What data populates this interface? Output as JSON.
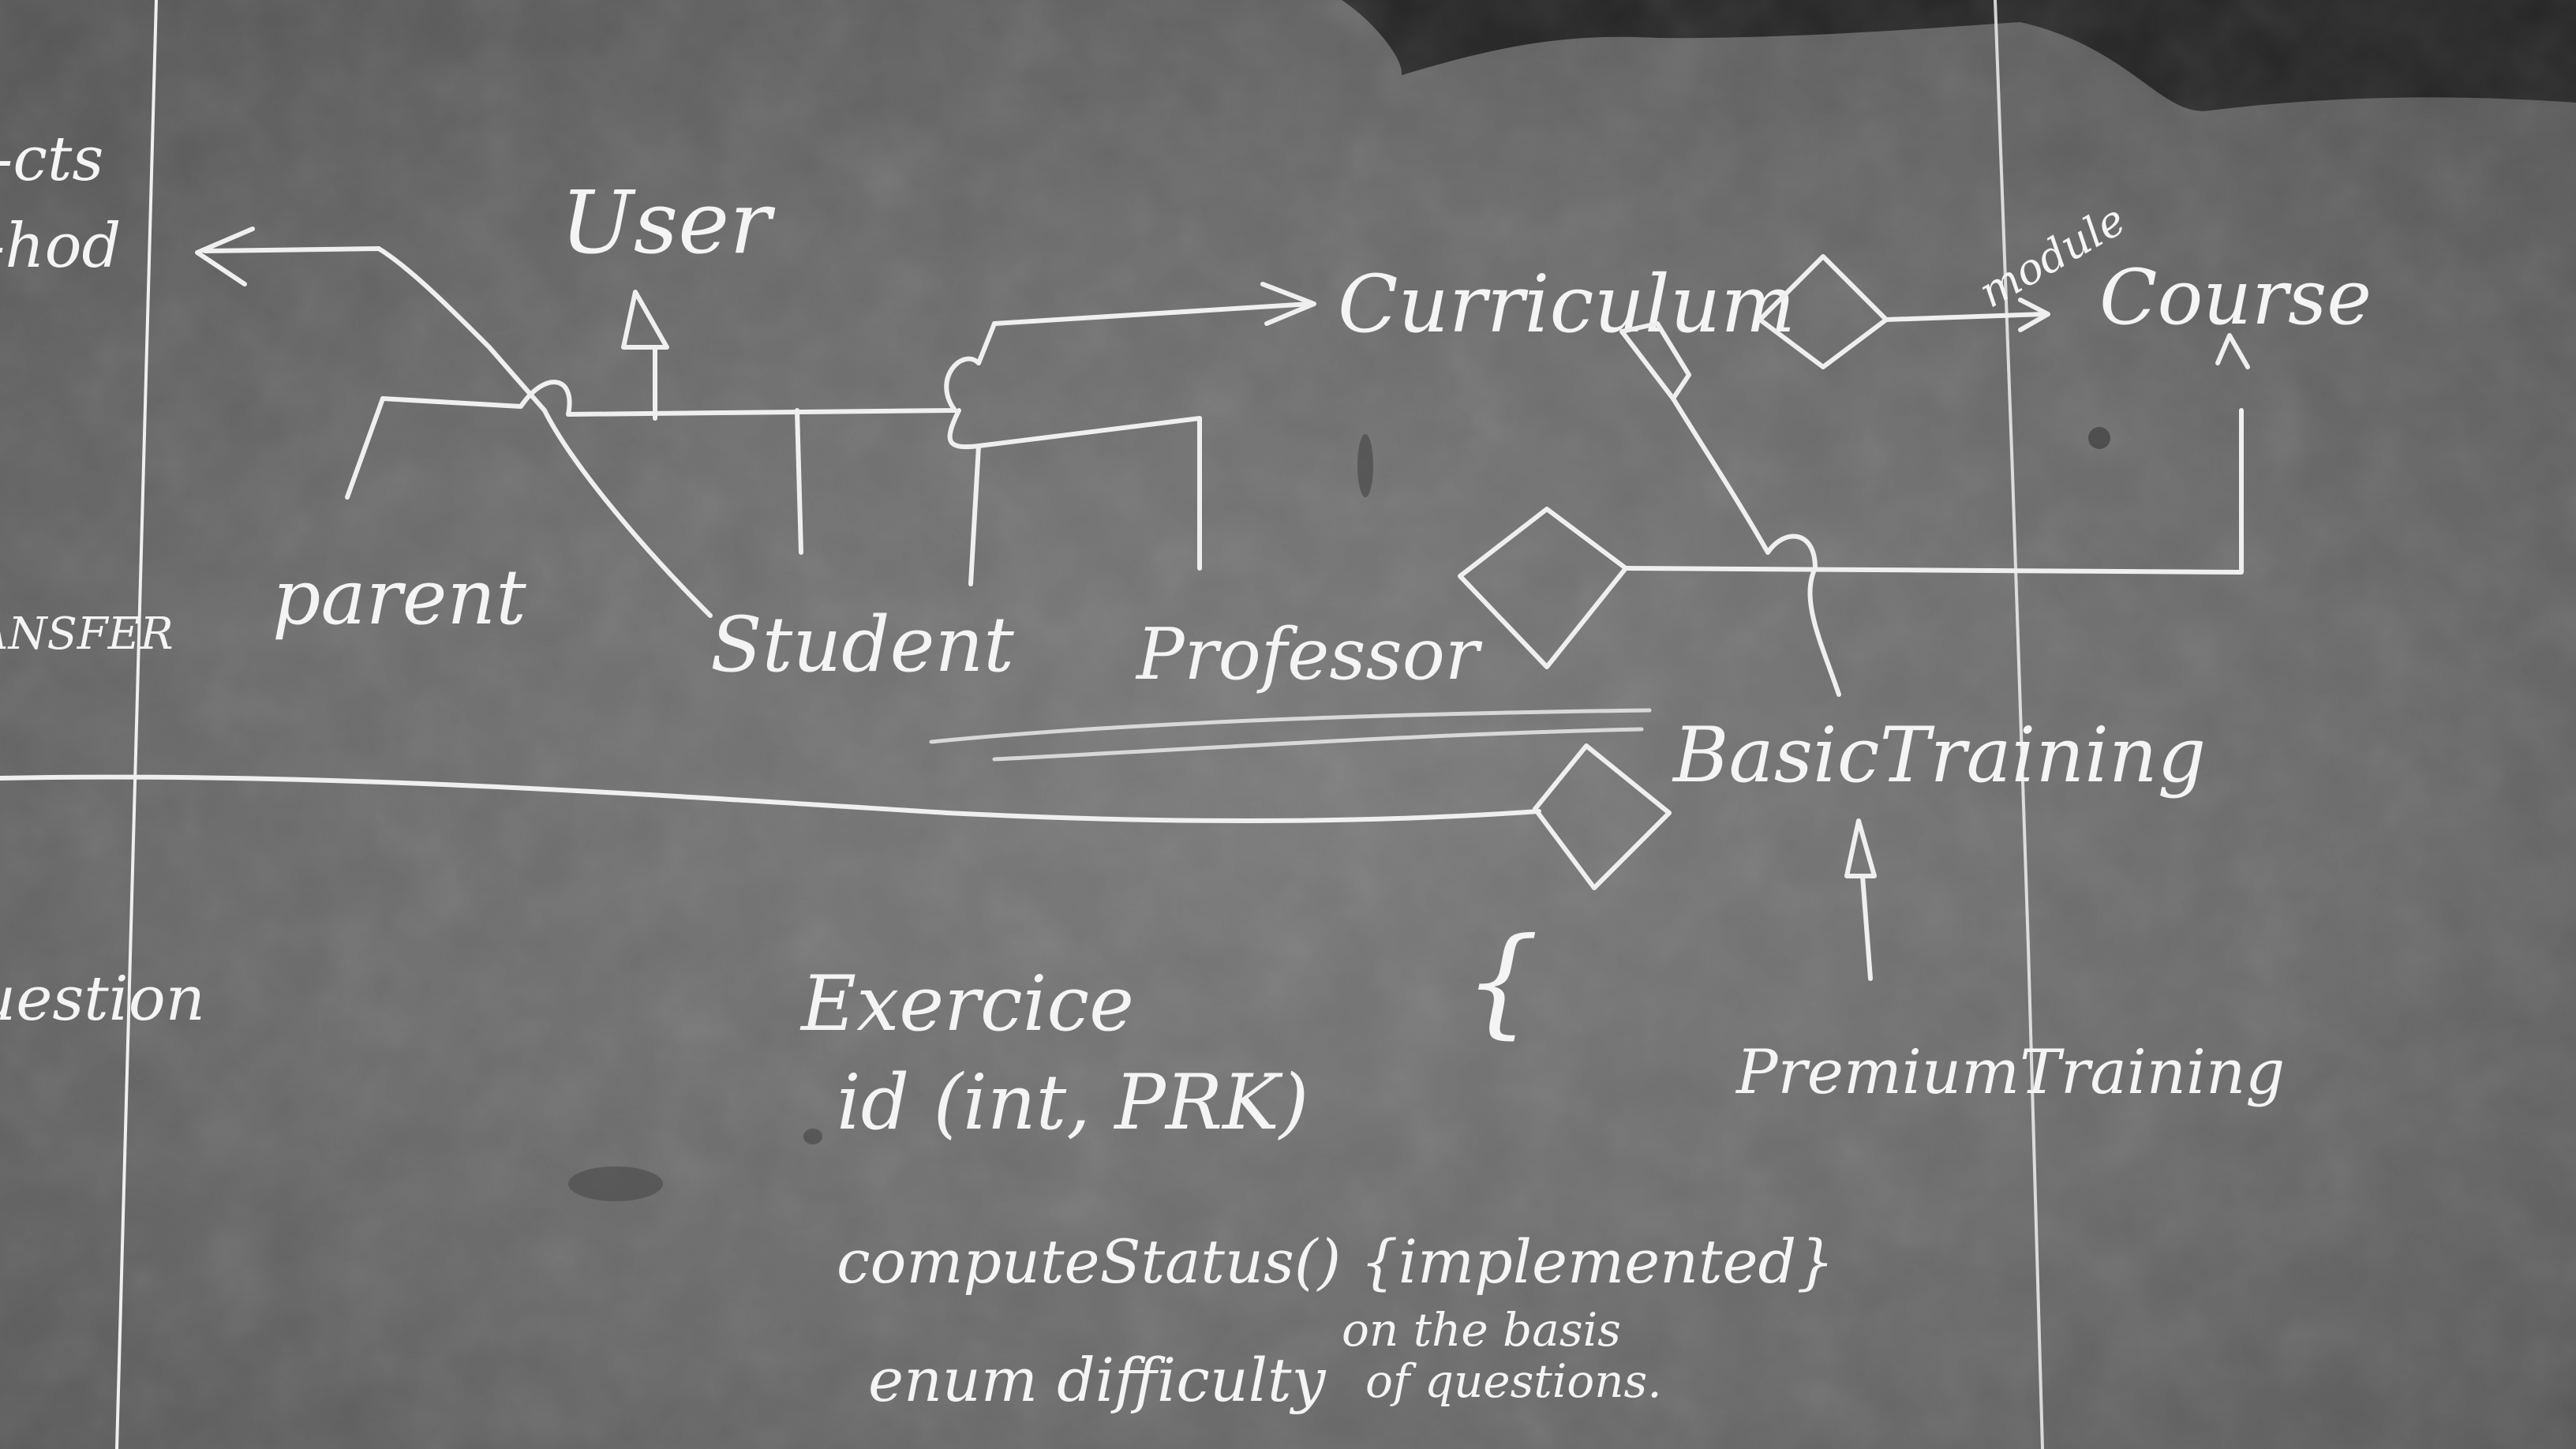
{
  "board": {
    "background_color": "#6a6a6a",
    "chalk_color": "#f2f2f2",
    "frame_color": "#232323"
  },
  "left_fragments": {
    "top_a": "-cts",
    "top_b": "-hod",
    "middle": "ANSFER",
    "bottom": "uestion"
  },
  "classes": {
    "user": "User",
    "parent": "parent",
    "student": "Student",
    "professor": "Professor",
    "curriculum": "Curriculum",
    "course": "Course",
    "basic_training": "BasicTraining",
    "premium_training": "PremiumTraining"
  },
  "association_label": "module",
  "exercise": {
    "title": "Exercice",
    "id_field": "id (int, PRK)",
    "method": "computeStatus() {implemented}",
    "enum_field": "enum difficulty",
    "note_line1": "on the basis",
    "note_line2": "of questions."
  },
  "brace_symbol": "{"
}
